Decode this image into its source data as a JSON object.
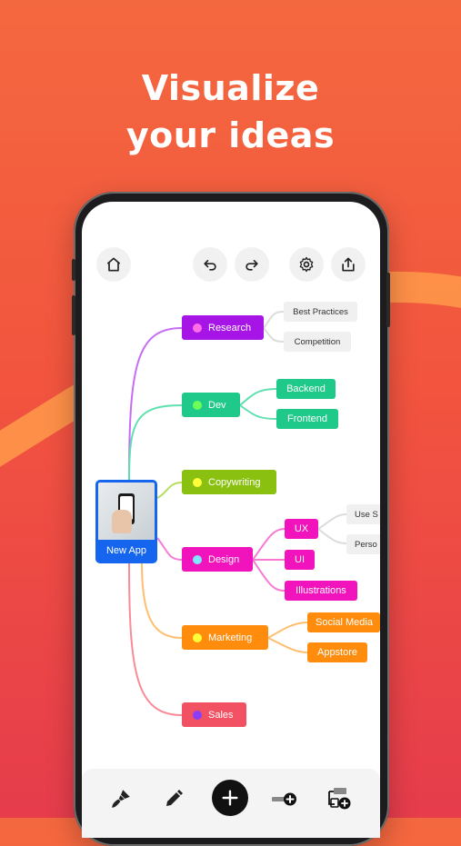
{
  "headline": {
    "line1": "Visualize",
    "line2": "your ideas"
  },
  "toolbar_top": {
    "home_icon": "home-icon",
    "undo_icon": "undo-icon",
    "redo_icon": "redo-icon",
    "settings_icon": "gear-icon",
    "share_icon": "share-icon"
  },
  "mindmap": {
    "root": {
      "label": "New App"
    },
    "branches": {
      "research": {
        "label": "Research",
        "color": "#a615e6",
        "dot": "#ff6ee6"
      },
      "dev": {
        "label": "Dev",
        "color": "#1ec98a",
        "dot": "#6dff57"
      },
      "copywriting": {
        "label": "Copywriting",
        "color": "#8ac010",
        "dot": "#ffff3a"
      },
      "design": {
        "label": "Design",
        "color": "#f113bb",
        "dot": "#7fe7ff"
      },
      "marketing": {
        "label": "Marketing",
        "color": "#ff8c0d",
        "dot": "#ffff3a"
      },
      "sales": {
        "label": "Sales",
        "color": "#f25163",
        "dot": "#8a3ef8"
      }
    },
    "leaves": {
      "best_practices": "Best Practices",
      "competition": "Competition",
      "backend": "Backend",
      "frontend": "Frontend",
      "ux": "UX",
      "ui": "UI",
      "illustrations": "Illustrations",
      "use_s": "Use S",
      "perso": "Perso",
      "social_media": "Social Media",
      "appstore": "Appstore"
    }
  },
  "toolbar_bottom": {
    "style_icon": "paintbrush-icon",
    "edit_icon": "pencil-icon",
    "add_icon": "plus-icon",
    "add_child_icon": "add-child-node-icon",
    "add_sibling_icon": "add-sibling-node-icon"
  }
}
